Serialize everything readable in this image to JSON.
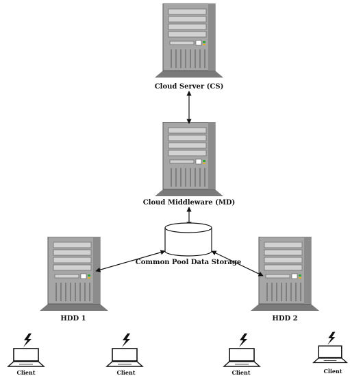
{
  "nodes": {
    "cloud_server": {
      "label": "Cloud Server (CS)"
    },
    "middleware": {
      "label": "Cloud Middleware (MD)"
    },
    "storage": {
      "label": "Common Pool Data Storage"
    },
    "hdd1": {
      "label": "HDD 1"
    },
    "hdd2": {
      "label": "HDD 2"
    }
  },
  "clients": [
    {
      "label": "Client"
    },
    {
      "label": "Client"
    },
    {
      "label": "Client"
    },
    {
      "label": "Client"
    }
  ],
  "colors": {
    "server_body": "#a6a6a6",
    "server_shadow": "#6e6e6e",
    "server_bay": "#d2d2d2",
    "line": "#111111",
    "led_green": "#3aa53a",
    "led_amber": "#e0b020"
  }
}
